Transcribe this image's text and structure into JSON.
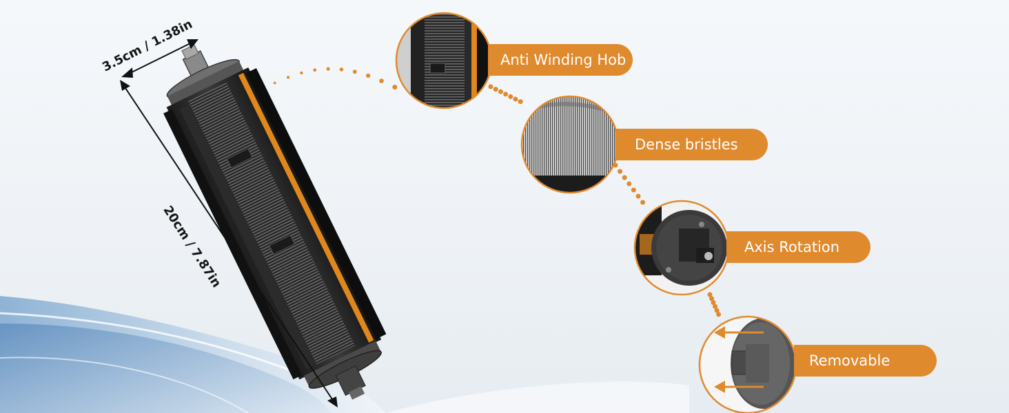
{
  "colors": {
    "accent": "#E08A2E",
    "background_top": "#F4F7FA",
    "background_bottom": "#E9EEF2",
    "wave": "#8FB3D6"
  },
  "dimensions": {
    "diameter_label": "3.5cm / 1.38in",
    "length_label": "20cm / 7.87in"
  },
  "features": [
    {
      "label": "Anti Winding Hob",
      "icon": "anti-winding-hob-closeup"
    },
    {
      "label": "Dense bristles",
      "icon": "dense-bristles-closeup"
    },
    {
      "label": "Axis Rotation",
      "icon": "axis-rotation-closeup"
    },
    {
      "label": "Removable",
      "icon": "removable-end-cap-closeup"
    }
  ]
}
